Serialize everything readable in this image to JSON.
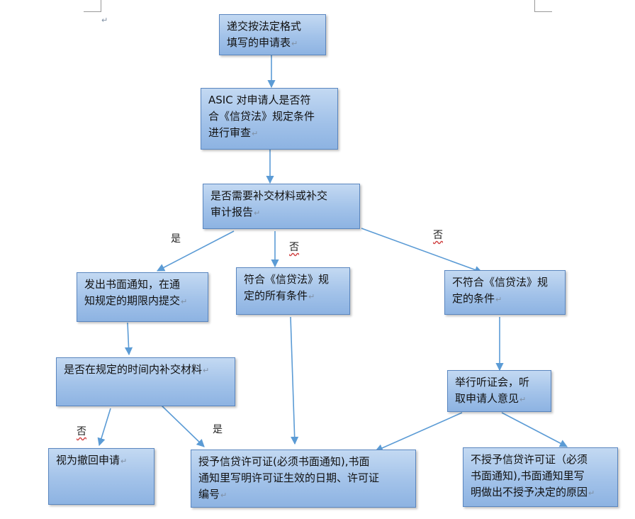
{
  "nodes": {
    "submit": "递交按法定格式\n填写的申请表",
    "review": "ASIC 对申请人是否符\n合《信贷法》规定条件\n进行审查",
    "need_more": "是否需要补交材料或补交\n审计报告",
    "notify": "发出书面通知，在通\n知规定的期限内提交",
    "meets": "符合《信贷法》规\n定的所有条件",
    "not_meets": "不符合《信贷法》规\n定的条件",
    "submitted_in_time": "是否在规定的时间内补交材料",
    "hearing": "举行听证会，听\n取申请人意见",
    "withdrawn": "视为撤回申请",
    "grant": "授予信贷许可证(必须书面通知),书面\n通知里写明许可证生效的日期、许可证\n编号",
    "deny": "不授予信贷许可证（必须\n书面通知),书面通知里写\n明做出不授予决定的原因"
  },
  "edge_labels": {
    "yes_notify": "是",
    "no_meets": "否",
    "no_not_meets": "否",
    "no_withdrawn": "否",
    "yes_grant": "是"
  },
  "paragraph_mark": "↵",
  "colors": {
    "box_fill": "#a2c2e9",
    "box_border": "#5a86bf",
    "arrow": "#5b9bd5"
  }
}
